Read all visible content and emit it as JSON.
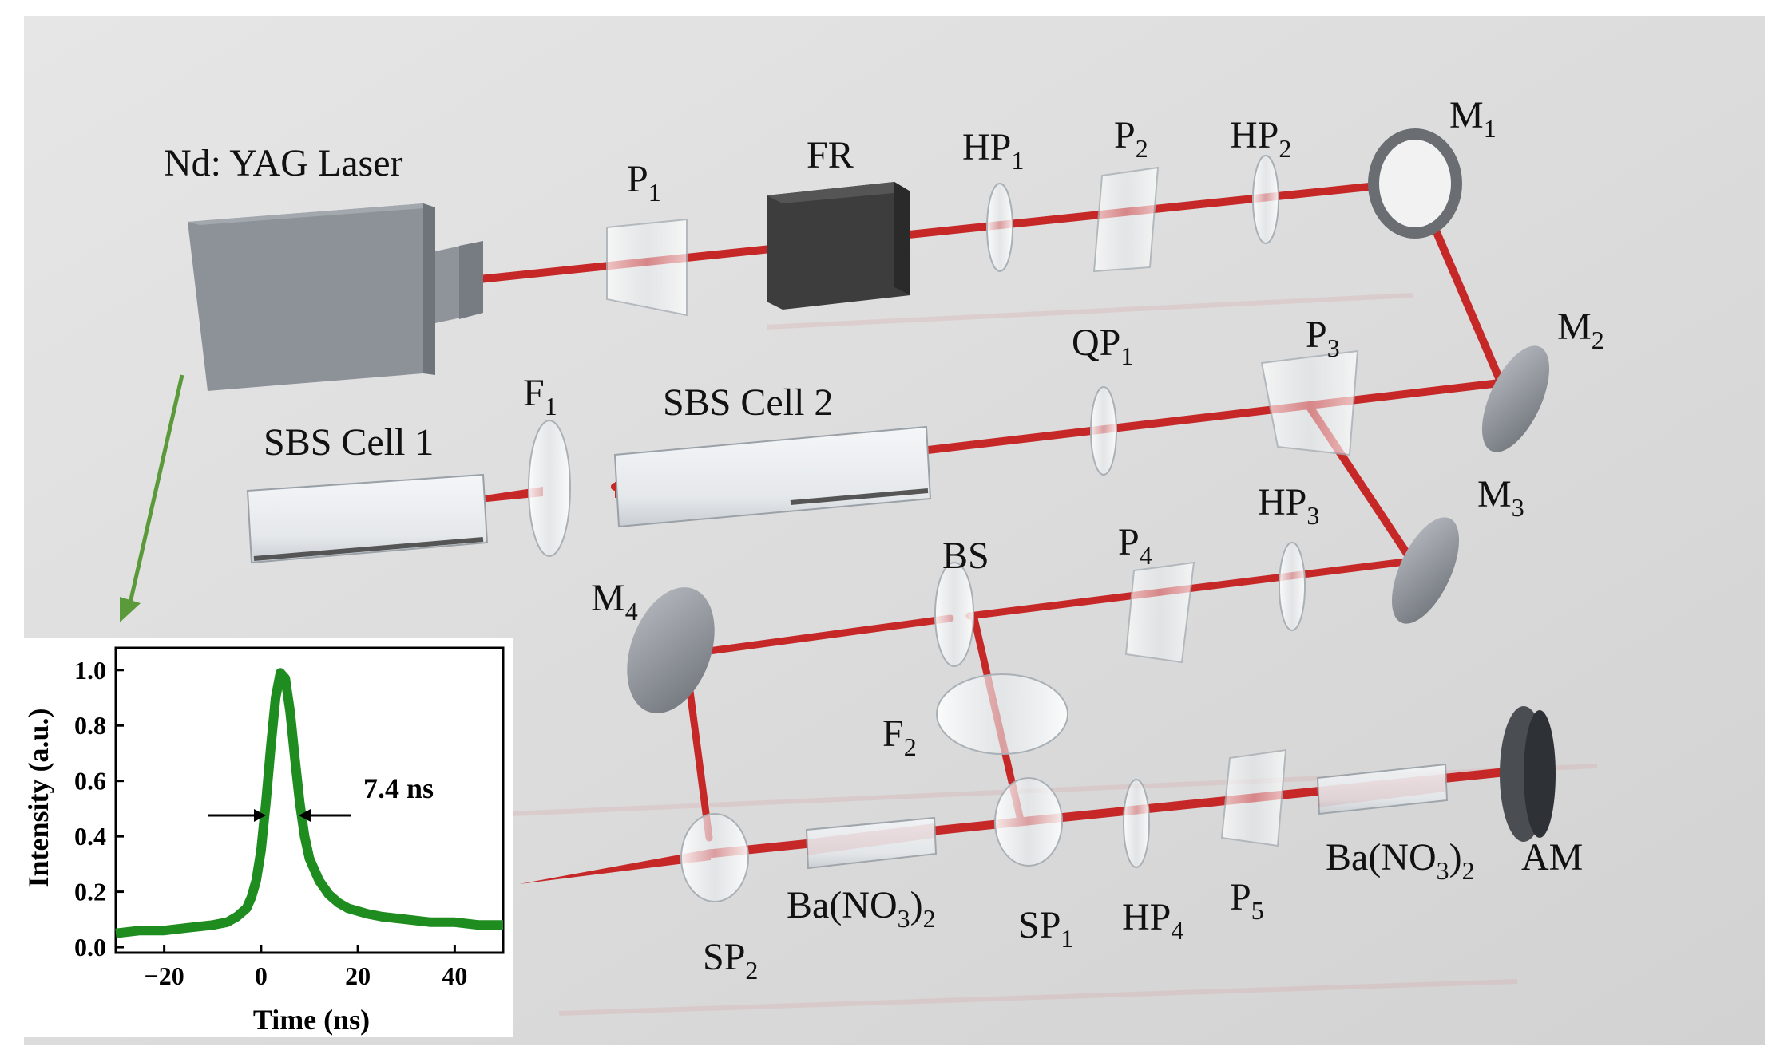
{
  "labels": {
    "laser": "Nd: YAG Laser",
    "fr": "FR",
    "p1": {
      "base": "P",
      "sub": "1"
    },
    "hp1": {
      "base": "HP",
      "sub": "1"
    },
    "p2": {
      "base": "P",
      "sub": "2"
    },
    "hp2": {
      "base": "HP",
      "sub": "2"
    },
    "m1": {
      "base": "M",
      "sub": "1"
    },
    "m2": {
      "base": "M",
      "sub": "2"
    },
    "qp1": {
      "base": "QP",
      "sub": "1"
    },
    "p3": {
      "base": "P",
      "sub": "3"
    },
    "f1": {
      "base": "F",
      "sub": "1"
    },
    "sbs1": "SBS Cell 1",
    "sbs2": "SBS Cell 2",
    "hp3": {
      "base": "HP",
      "sub": "3"
    },
    "m3": {
      "base": "M",
      "sub": "3"
    },
    "bs": "BS",
    "p4": {
      "base": "P",
      "sub": "4"
    },
    "m4": {
      "base": "M",
      "sub": "4"
    },
    "f2": {
      "base": "F",
      "sub": "2"
    },
    "sp1": {
      "base": "SP",
      "sub": "1"
    },
    "sp2": {
      "base": "SP",
      "sub": "2"
    },
    "hp4": {
      "base": "HP",
      "sub": "4"
    },
    "p5": {
      "base": "P",
      "sub": "5"
    },
    "bano3_left": {
      "a": "Ba(NO",
      "b": "3",
      "c": ")",
      "d": "2"
    },
    "bano3_right": {
      "a": "Ba(NO",
      "b": "3",
      "c": ")",
      "d": "2"
    },
    "am": "AM"
  },
  "colors": {
    "beam": "#c62828",
    "laser_body": "#8d9299",
    "fr_body": "#3d3d3d",
    "pulse": "#1e8c1e",
    "arrow": "#5a9a3a",
    "background": "#dcdcdc"
  },
  "inset": {
    "annotation": "7.4 ns",
    "chart_data": {
      "type": "line",
      "xlabel": "Time (ns)",
      "ylabel": "Intensity (a.u.)",
      "xlim": [
        -30,
        50
      ],
      "ylim": [
        -0.02,
        1.08
      ],
      "xticks": [
        -20,
        0,
        20,
        40
      ],
      "yticks": [
        0.0,
        0.2,
        0.4,
        0.6,
        0.8,
        1.0
      ],
      "xtick_labels": [
        "−20",
        "0",
        "20",
        "40"
      ],
      "ytick_labels": [
        "0.0",
        "0.2",
        "0.4",
        "0.6",
        "0.8",
        "1.0"
      ],
      "fwhm_ns": 7.4,
      "series": [
        {
          "x": [
            -30,
            -25,
            -20,
            -15,
            -10,
            -7,
            -5,
            -3,
            -2,
            -1,
            0,
            1,
            2,
            3,
            4,
            5,
            6,
            7,
            8,
            9,
            10,
            12,
            14,
            16,
            18,
            20,
            22,
            25,
            30,
            35,
            40,
            45,
            50
          ],
          "values": [
            0.05,
            0.06,
            0.06,
            0.07,
            0.08,
            0.09,
            0.11,
            0.14,
            0.18,
            0.24,
            0.35,
            0.52,
            0.72,
            0.9,
            0.99,
            0.97,
            0.85,
            0.68,
            0.52,
            0.4,
            0.32,
            0.24,
            0.19,
            0.16,
            0.14,
            0.13,
            0.12,
            0.11,
            0.1,
            0.09,
            0.09,
            0.08,
            0.08
          ]
        }
      ]
    }
  }
}
